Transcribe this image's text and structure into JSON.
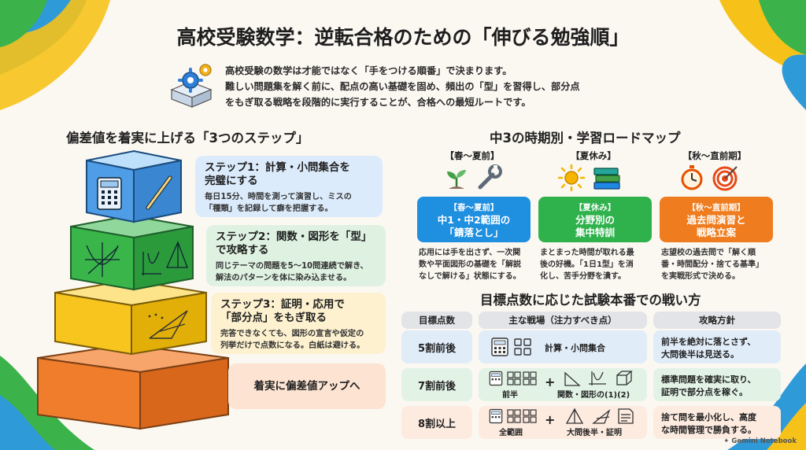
{
  "title": "高校受験数学：逆転合格のための「伸びる勉強順」",
  "intro": [
    "高校受験の数学は才能ではなく「手をつける順番」で決まります。",
    "難しい問題集を解く前に、配点の高い基礎を固め、頻出の「型」を習得し、部分点",
    "をもぎ取る戦略を段階的に実行することが、合格への最短ルートです。"
  ],
  "steps_section": {
    "heading": "偏差値を着実に上げる「3つのステップ」",
    "steps": [
      {
        "title1": "ステップ1：計算・小問集合を",
        "title2": "完璧にする",
        "desc1": "毎日15分、時間を測って演習し、ミスの",
        "desc2": "「種類」を記録して癖を把握する。"
      },
      {
        "title1": "ステップ2：関数・図形を「型」",
        "title2": "で攻略する",
        "desc1": "同じテーマの問題を5〜10問連続で解き、",
        "desc2": "解法のパターンを体に染み込ませる。"
      },
      {
        "title1": "ステップ3：証明・応用で",
        "title2": "「部分点」をもぎ取る",
        "desc1": "完答できなくても、図形の宣言や仮定の",
        "desc2": "列挙だけで点数になる。白紙は避ける。"
      }
    ],
    "base_label": "着実に偏差値アップへ"
  },
  "roadmap": {
    "heading": "中3の時期別・学習ロードマップ",
    "seasons": [
      {
        "header": "【春〜夏前】",
        "tag": "【春〜夏前】",
        "card1": "中1・中2範囲の",
        "card2": "「錆落とし」",
        "desc1": "応用には手を出さず、一次関",
        "desc2": "数や平面図形の基礎を「解説",
        "desc3": "なしで解ける」状態にする。",
        "color": "#1f8fe0"
      },
      {
        "header": "【夏休み】",
        "tag": "【夏休み】",
        "card1": "分野別の",
        "card2": "集中特訓",
        "desc1": "まとまった時間が取れる最",
        "desc2": "後の好機。「1日1型」を消",
        "desc3": "化し、苦手分野を潰す。",
        "color": "#2fb24c"
      },
      {
        "header": "【秋〜直前期】",
        "tag": "【秋〜直前期】",
        "card1": "過去問演習と",
        "card2": "戦略立案",
        "desc1": "志望校の過去問で「解く順",
        "desc2": "番・時間配分・捨てる基準」",
        "desc3": "を実戦形式で決める。",
        "color": "#ef7d1f"
      }
    ]
  },
  "strategy": {
    "heading": "目標点数に応じた試験本番での戦い方",
    "headers": [
      "目標点数",
      "主な戦場（注力すべき点）",
      "攻略方針"
    ],
    "rows": [
      {
        "score": "5割前後",
        "battle": "計算・小問集合",
        "policy1": "前半を絶対に落とさず、",
        "policy2": "大問後半は見送る。",
        "color": "#e1ecf9"
      },
      {
        "score": "7割前後",
        "battle_a": "前半",
        "battle_b": "関数・図形の(1)(2)",
        "policy1": "標準問題を確実に取り、",
        "policy2": "証明で部分点を稼ぐ。",
        "color": "#e2f3e6"
      },
      {
        "score": "8割以上",
        "battle_a": "全範囲",
        "battle_b": "大問後半・証明",
        "policy1": "捨て問を最小化し、高度",
        "policy2": "な時間管理で勝負する。",
        "color": "#fdebe0"
      }
    ],
    "plus": "+"
  },
  "footer": "Gemini Notebook",
  "colors": {
    "blue": "#4f9de6",
    "green": "#39b54a",
    "yellow": "#f7c51e",
    "orange": "#f07d2c"
  }
}
